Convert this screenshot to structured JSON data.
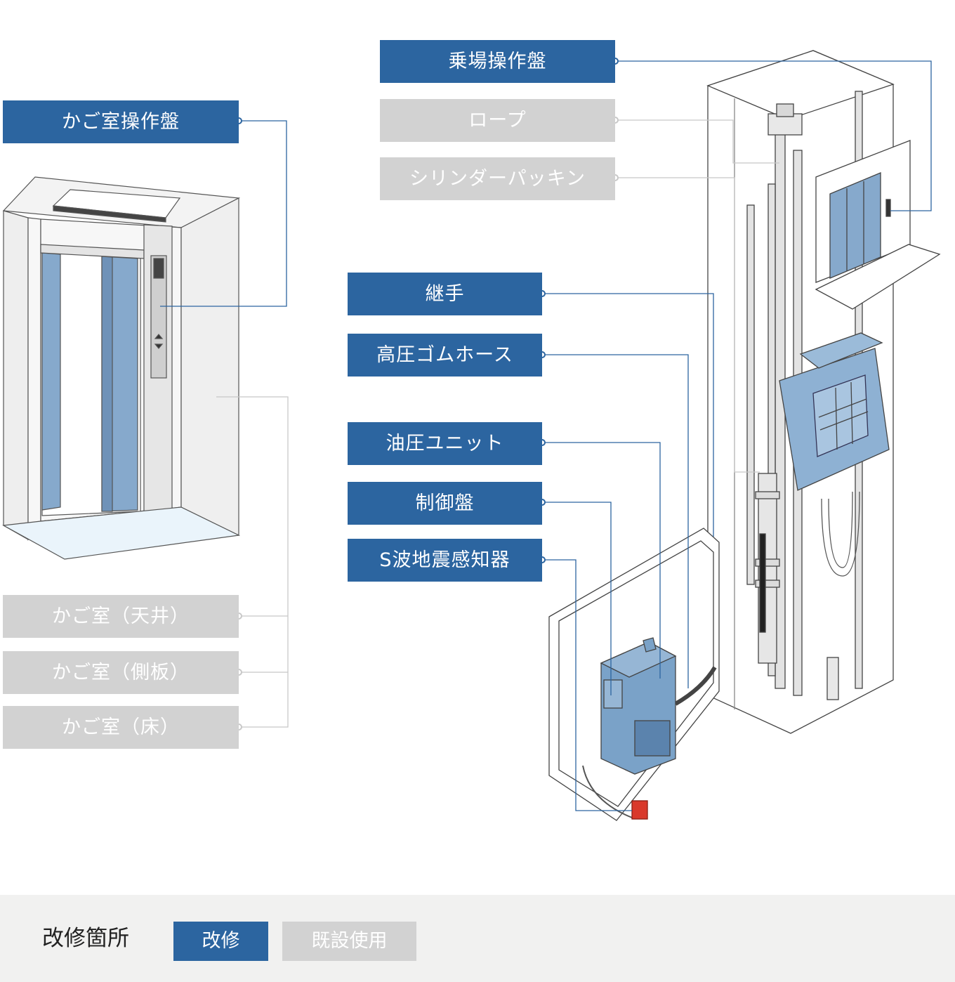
{
  "colors": {
    "renovated": "#2c65a0",
    "existing": "#d2d2d2",
    "line_renovated": "#2c65a0",
    "line_existing": "#c8c8c8",
    "part_blue": "#7aa2c8",
    "seismic_sensor": "#d9392b"
  },
  "labels": {
    "landing_panel": "乗場操作盤",
    "rope": "ロープ",
    "cylinder_packing": "シリンダーパッキン",
    "car_panel": "かご室操作盤",
    "joint": "継手",
    "high_pressure_hose": "高圧ゴムホース",
    "hydraulic_unit": "油圧ユニット",
    "control_panel": "制御盤",
    "s_wave_sensor": "S波地震感知器",
    "car_ceiling": "かご室（天井）",
    "car_side_panel": "かご室（側板）",
    "car_floor": "かご室（床）"
  },
  "legend": {
    "title": "改修箇所",
    "renovated": "改修",
    "existing": "既設使用"
  }
}
